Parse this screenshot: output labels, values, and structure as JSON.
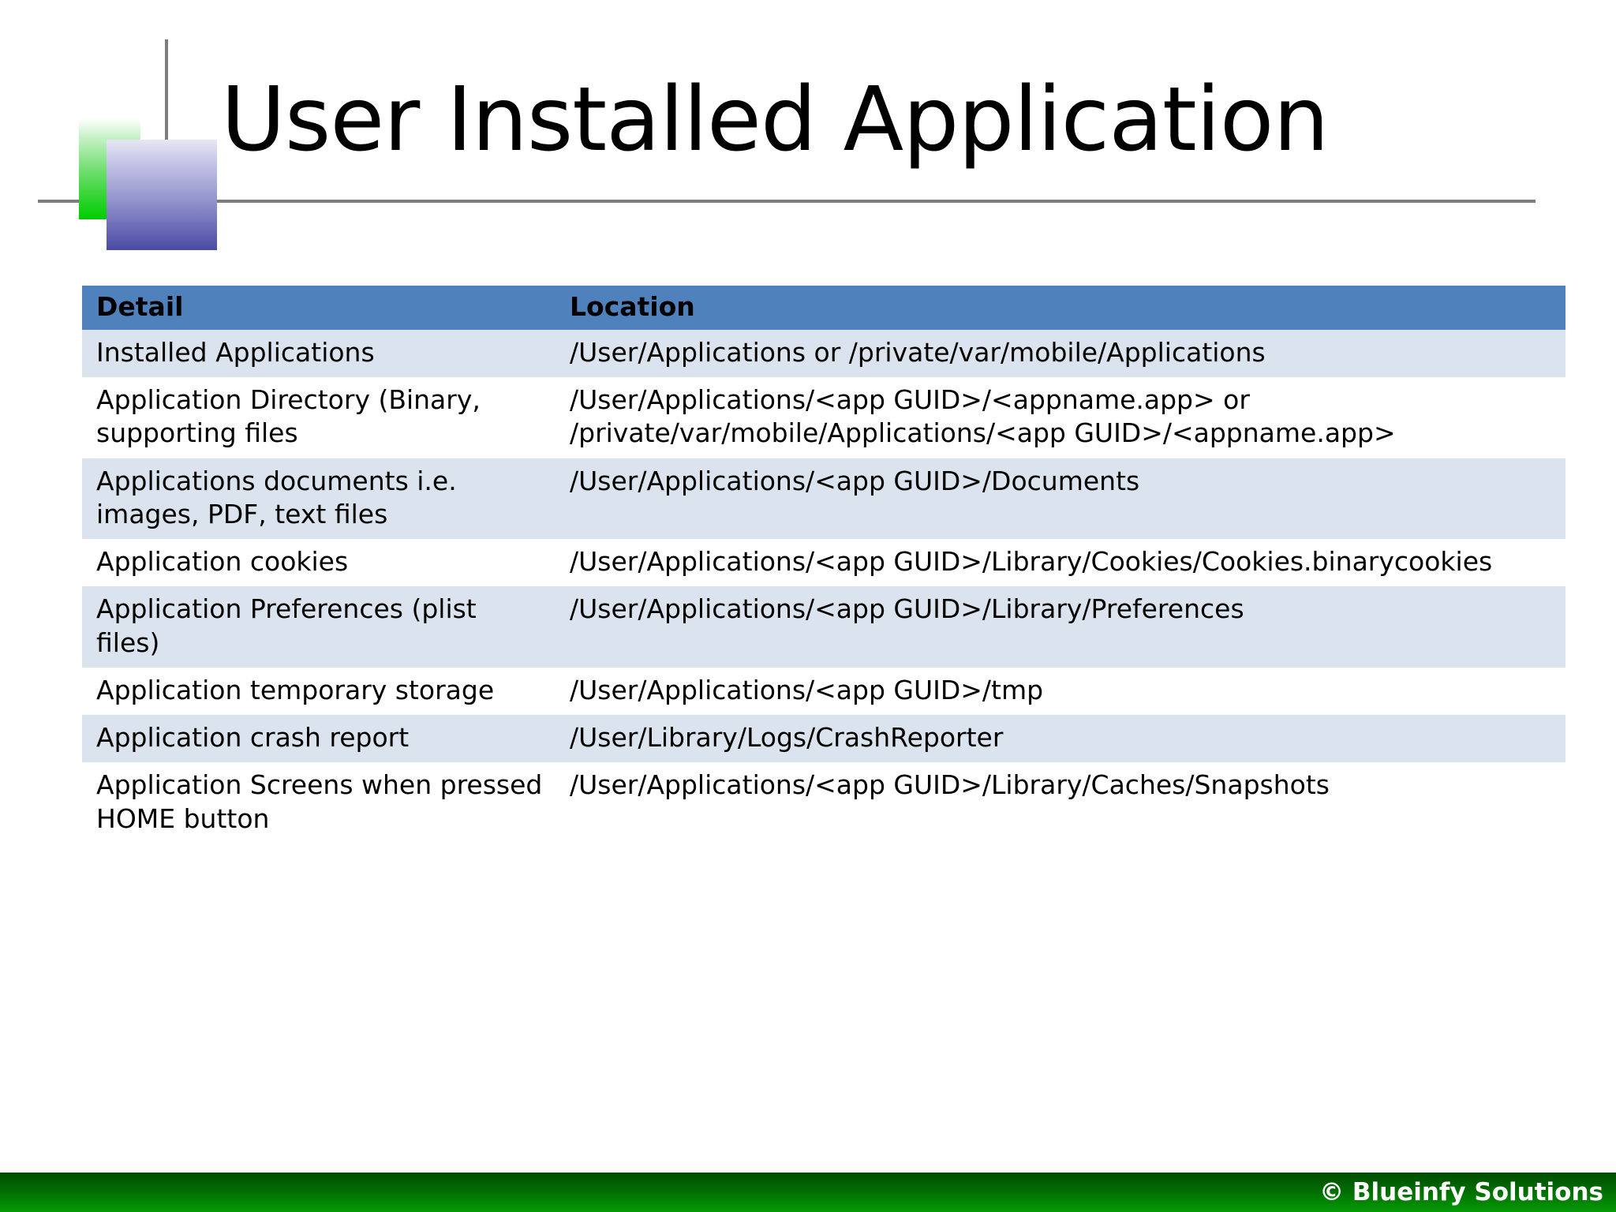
{
  "slide": {
    "title": "User Installed Application",
    "logo": {
      "green_square": "green-gradient-square",
      "blue_square": "blue-gradient-square",
      "crosshair": "crosshair-rules"
    }
  },
  "table": {
    "columns": [
      "Detail",
      "Location"
    ],
    "rows": [
      {
        "detail": "Installed Applications",
        "location": "/User/Applications or /private/var/mobile/Applications",
        "shaded": true
      },
      {
        "detail": "Application Directory (Binary, supporting files",
        "location": "/User/Applications/<app GUID>/<appname.app> or /private/var/mobile/Applications/<app GUID>/<appname.app>",
        "shaded": false
      },
      {
        "detail": "Applications documents i.e. images, PDF, text files",
        "location": "/User/Applications/<app GUID>/Documents",
        "shaded": true
      },
      {
        "detail": "Application cookies",
        "location": "/User/Applications/<app GUID>/Library/Cookies/Cookies.binarycookies",
        "shaded": false
      },
      {
        "detail": "Application Preferences (plist files)",
        "location": "/User/Applications/<app GUID>/Library/Preferences",
        "shaded": true
      },
      {
        "detail": "Application temporary storage",
        "location": "/User/Applications/<app GUID>/tmp",
        "shaded": false
      },
      {
        "detail": "Application crash report",
        "location": "/User/Library/Logs/CrashReporter",
        "shaded": true
      },
      {
        "detail": "Application Screens when pressed HOME button",
        "location": "/User/Applications/<app GUID>/Library/Caches/Snapshots",
        "shaded": false
      }
    ]
  },
  "footer": {
    "copyright": "© Blueinfy Solutions"
  },
  "colors": {
    "header_row": "#4f81bd",
    "shaded_row": "#dbe3ef",
    "rule": "#7d7d7d",
    "footer_green_dark": "#004c00",
    "footer_green_light": "#049a04",
    "logo_green": "#00cc00",
    "logo_blue": "#4a4aa5"
  }
}
